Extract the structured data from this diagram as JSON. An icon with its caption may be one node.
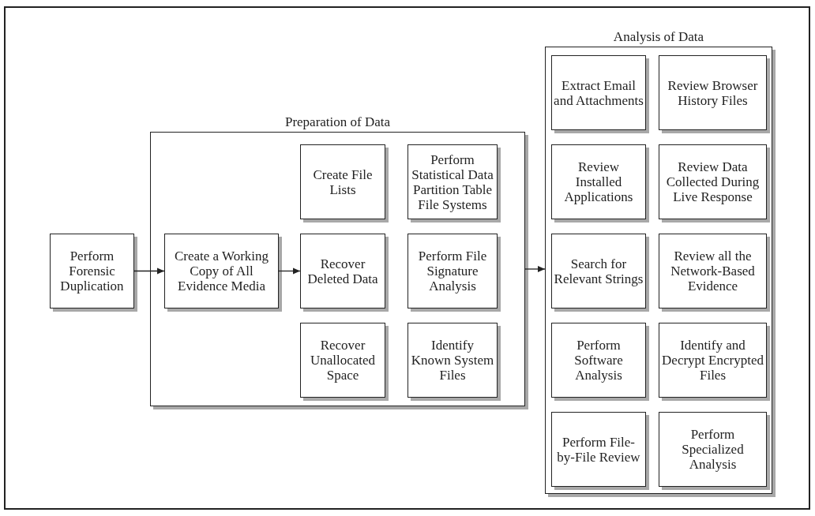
{
  "diagram": {
    "nodes": [
      {
        "text": [
          "Perform Forensic Duplication"
        ]
      },
      {
        "text": [
          "Preparation of Data"
        ]
      },
      {
        "text": [
          "Create a Working Copy of All Evidence Media"
        ],
        "in": 1
      },
      {
        "text": [
          "Create File Lists"
        ],
        "in": 1
      },
      {
        "text": [
          "Perform Statistical Data Partition Table File Systems"
        ],
        "in": 1
      },
      {
        "text": [
          "Recover Deleted Data"
        ],
        "in": 1
      },
      {
        "text": [
          "Perform File Signature Analysis"
        ],
        "in": 1
      },
      {
        "text": [
          "Recover Unallocated Space"
        ],
        "in": 1
      },
      {
        "text": [
          "Identify Known System Files"
        ],
        "in": 1
      },
      {
        "text": [
          "Analysis of Data"
        ]
      },
      {
        "text": [
          "Extract Email and Attachments"
        ],
        "in": 9
      },
      {
        "text": [
          "Review Browser History Files"
        ],
        "in": 9
      },
      {
        "text": [
          "Review Installed Applications"
        ],
        "in": 9
      },
      {
        "text": [
          "Review Data Collected During Live Response"
        ],
        "in": 9
      },
      {
        "text": [
          "Search for Relevant Strings"
        ],
        "in": 9
      },
      {
        "text": [
          "Review all the Network-Based Evidence"
        ],
        "in": 9
      },
      {
        "text": [
          "Perform Software Analysis"
        ],
        "in": 9
      },
      {
        "text": [
          "Identify and Decrypt Encrypted Files"
        ],
        "in": 9
      },
      {
        "text": [
          "Perform File-by-File Review"
        ],
        "in": 9
      },
      {
        "text": [
          "Perform Specialized Analysis"
        ],
        "in": 9
      }
    ],
    "edges": [
      {
        "from": 0,
        "to": 2,
        "arrow": "to"
      },
      {
        "from": 2,
        "to": 5,
        "arrow": "to"
      },
      {
        "from": 1,
        "to": 9,
        "arrow": "to"
      }
    ]
  }
}
